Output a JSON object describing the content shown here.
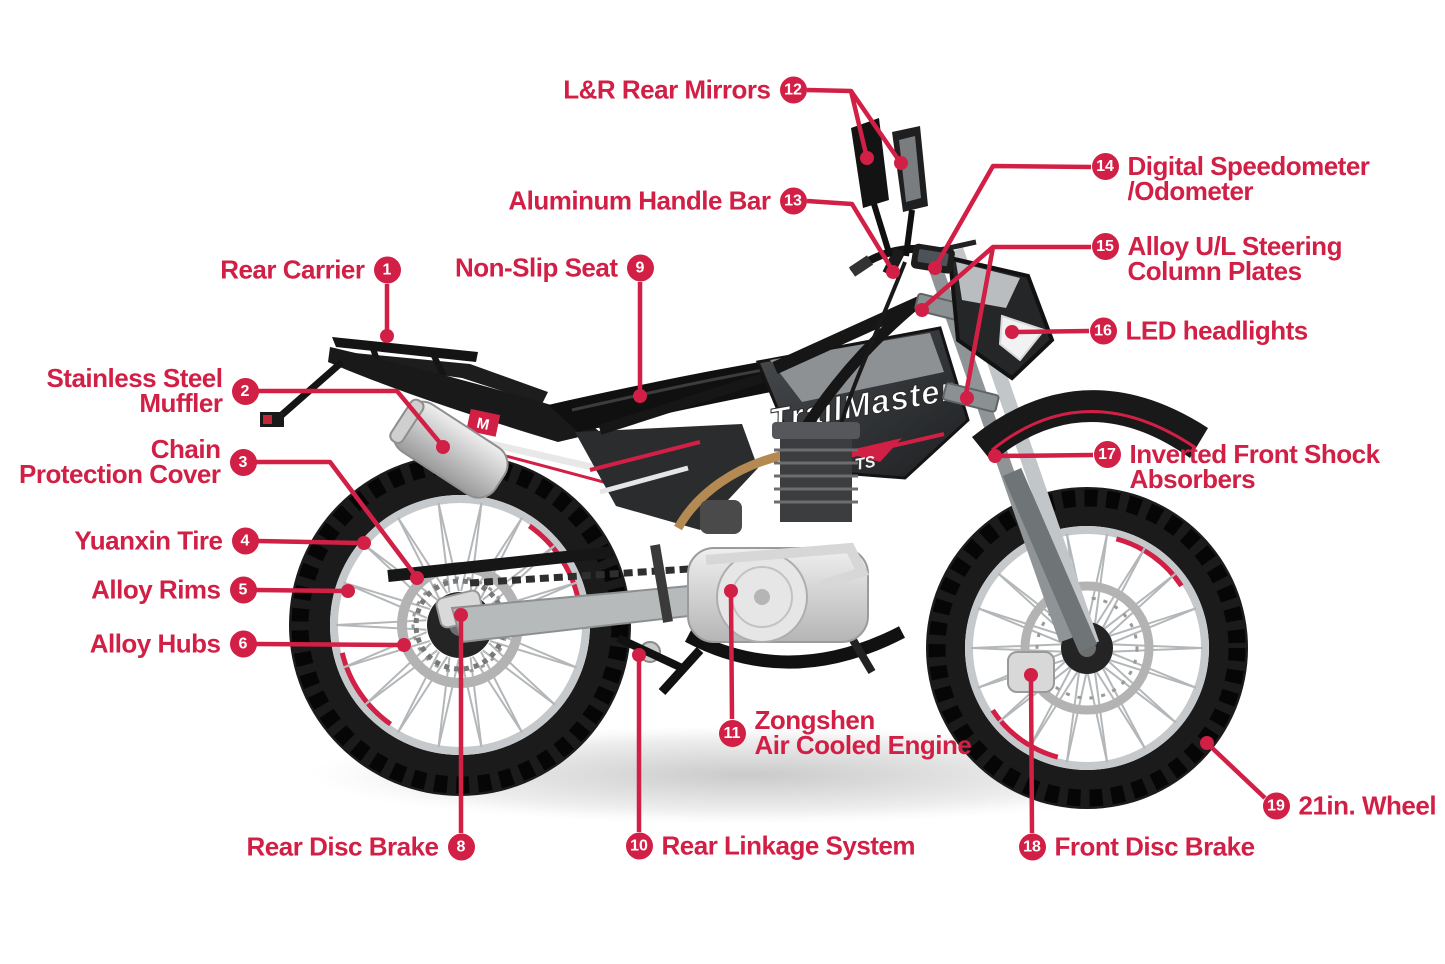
{
  "accent": "#d11f45",
  "background": "#ffffff",
  "bike": {
    "brand": "TrailMaster",
    "model_mark": "TS",
    "logo_letter": "M"
  },
  "labels": [
    {
      "id": "1",
      "num": "1",
      "text": "Rear Carrier"
    },
    {
      "id": "2",
      "num": "2",
      "text": "Stainless Steel\nMuffler"
    },
    {
      "id": "3",
      "num": "3",
      "text": "Chain\nProtection Cover"
    },
    {
      "id": "4",
      "num": "4",
      "text": "Yuanxin Tire"
    },
    {
      "id": "5",
      "num": "5",
      "text": "Alloy Rims"
    },
    {
      "id": "6",
      "num": "6",
      "text": "Alloy Hubs"
    },
    {
      "id": "8",
      "num": "8",
      "text": "Rear Disc Brake"
    },
    {
      "id": "9",
      "num": "9",
      "text": "Non-Slip Seat"
    },
    {
      "id": "10",
      "num": "10",
      "text": "Rear Linkage System"
    },
    {
      "id": "11",
      "num": "11",
      "text": "Zongshen\nAir Cooled Engine"
    },
    {
      "id": "12",
      "num": "12",
      "text": "L&R Rear Mirrors"
    },
    {
      "id": "13",
      "num": "13",
      "text": "Aluminum Handle Bar"
    },
    {
      "id": "14",
      "num": "14",
      "text": "Digital Speedometer\n/Odometer"
    },
    {
      "id": "15",
      "num": "15",
      "text": "Alloy U/L Steering\nColumn Plates"
    },
    {
      "id": "16",
      "num": "16",
      "text": "LED headlights"
    },
    {
      "id": "17",
      "num": "17",
      "text": "Inverted Front Shock\nAbsorbers"
    },
    {
      "id": "18",
      "num": "18",
      "text": "Front Disc Brake"
    },
    {
      "id": "19",
      "num": "19",
      "text": "21in. Wheel"
    }
  ]
}
